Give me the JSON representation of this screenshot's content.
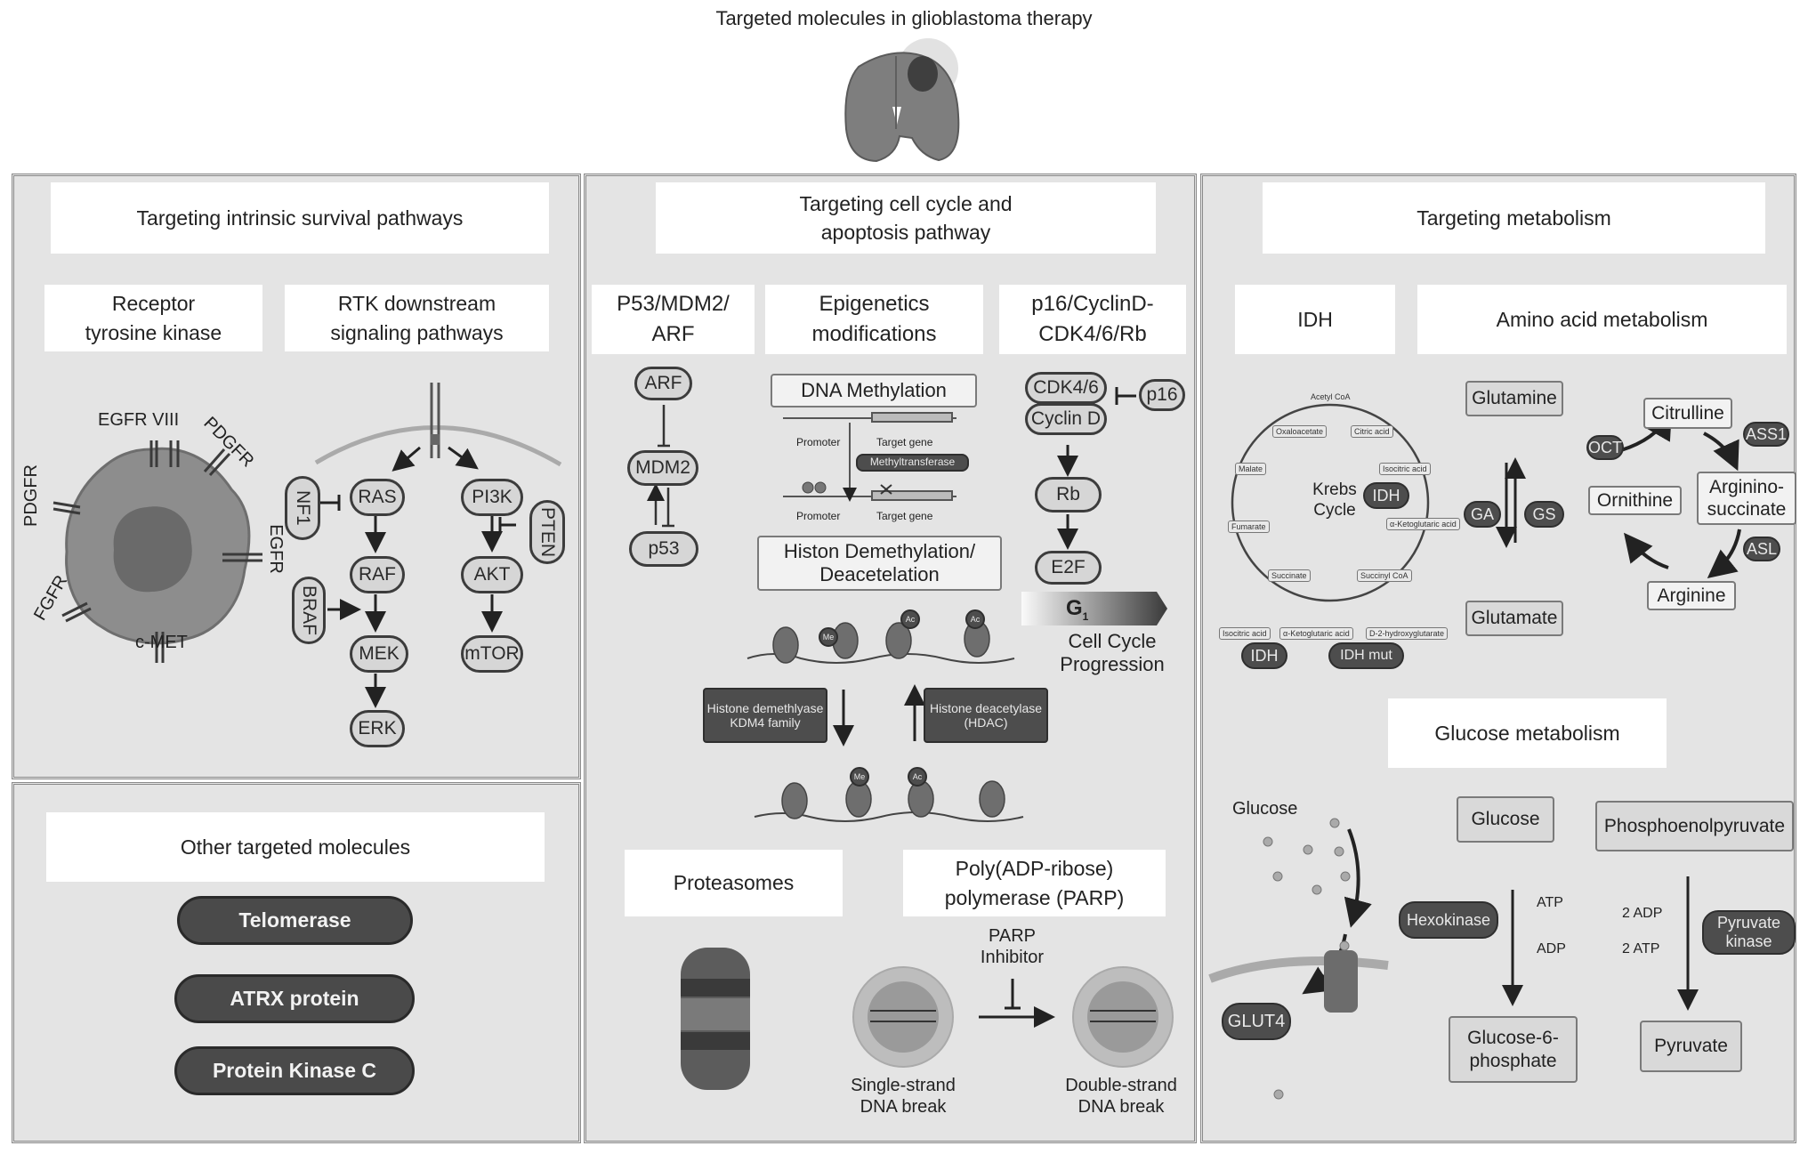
{
  "title": "Targeted molecules in glioblastoma therapy",
  "illustration": "brain-with-tumor",
  "intrinsic": {
    "header": "Targeting intrinsic survival pathways",
    "rtk_header": "Receptor tyrosine kinase",
    "downstream_header": "RTK downstream signaling pathways",
    "receptors": [
      "EGFR VIII",
      "PDGFR",
      "PDGFR",
      "EGFR",
      "FGFR",
      "c-MET"
    ],
    "nodes": {
      "ras": "RAS",
      "raf": "RAF",
      "mek": "MEK",
      "erk": "ERK",
      "pi3k": "PI3K",
      "akt": "AKT",
      "mtor": "mTOR",
      "nf1": "NF1",
      "braf": "BRAF",
      "pten": "PTEN"
    }
  },
  "other": {
    "header": "Other targeted molecules",
    "items": [
      "Telomerase",
      "ATRX protein",
      "Protein Kinase C"
    ]
  },
  "cellcycle": {
    "header": "Targeting cell cycle and apoptosis pathway",
    "p53_header": "P53/MDM2/ ARF",
    "epi_header": "Epigenetics modifications",
    "p16_header": "p16/CyclinD- CDK4/6/Rb",
    "p53_nodes": {
      "arf": "ARF",
      "mdm2": "MDM2",
      "p53": "p53"
    },
    "dna_methylation": "DNA Methylation",
    "promoter": "Promoter",
    "target_gene": "Target gene",
    "methyltransferase": "Methyltransferase",
    "histone_box": "Histon Demethylation/ Deacetelation",
    "me": "Me",
    "ac": "Ac",
    "kdm4": "Histone demethlyase KDM4 family",
    "hdac": "Histone deacetylase (HDAC)",
    "cdk_nodes": {
      "cdk": "CDK4/6",
      "cyclin": "Cyclin D",
      "p16": "p16",
      "rb": "Rb",
      "e2f": "E2F"
    },
    "g1": "G",
    "g1_sub": "1",
    "progression": "Cell Cycle Progression",
    "proteasomes": "Proteasomes",
    "parp_header": "Poly(ADP-ribose) polymerase (PARP)",
    "parp_inhibitor": "PARP Inhibitor",
    "single_strand": "Single-strand DNA break",
    "double_strand": "Double-strand DNA break"
  },
  "metabolism": {
    "header": "Targeting metabolism",
    "idh_header": "IDH",
    "amino_header": "Amino acid metabolism",
    "krebs": "Krebs Cycle",
    "krebs_nodes": [
      "Oxaloacetate",
      "Citric acid",
      "Isocitric acid",
      "α-Ketoglutaric acid",
      "Succinyl CoA",
      "Succinate",
      "Fumarate",
      "Malate"
    ],
    "acetyl": "Acetyl CoA",
    "idh": "IDH",
    "idh_mut": "IDH mut",
    "idh_chain": [
      "Isocitric acid",
      "α-Ketoglutaric acid",
      "D-2-hydroxyglutarate"
    ],
    "glutamine": "Glutamine",
    "glutamate": "Glutamate",
    "ga": "GA",
    "gs": "GS",
    "urea": {
      "citrulline": "Citrulline",
      "argininosuccinate": "Arginino- succinate",
      "arginine": "Arginine",
      "ornithine": "Ornithine",
      "oct": "OCT",
      "ass1": "ASS1",
      "asl": "ASL"
    },
    "glucose_header": "Glucose metabolism",
    "glucose_label": "Glucose",
    "glut4": "GLUT4",
    "glucose_box": "Glucose",
    "hexokinase": "Hexokinase",
    "atp": "ATP",
    "adp": "ADP",
    "g6p": "Glucose-6- phosphate",
    "pep": "Phosphoenolpyruvate",
    "two_adp": "2 ADP",
    "two_atp": "2 ATP",
    "pyruvate_kinase": "Pyruvate kinase",
    "pyruvate": "Pyruvate"
  }
}
